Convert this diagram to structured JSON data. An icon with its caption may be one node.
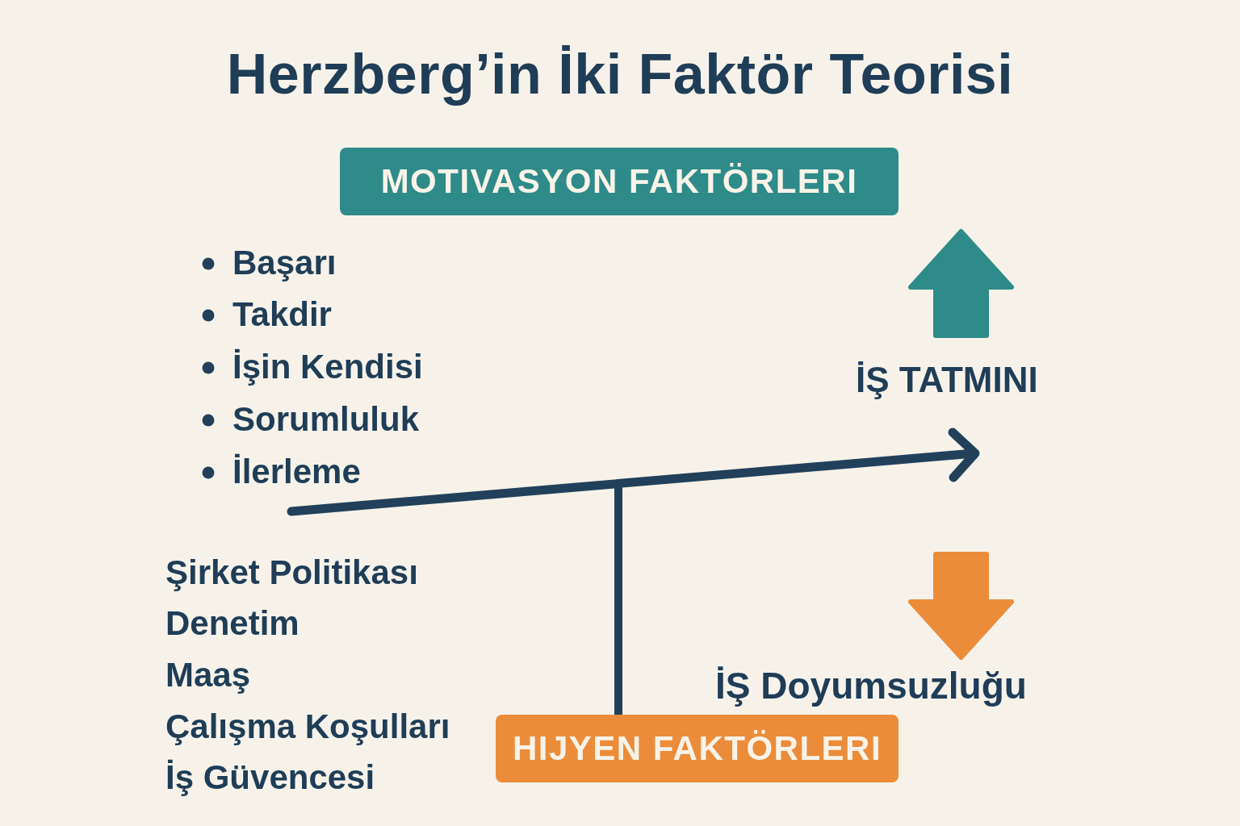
{
  "diagram": {
    "title": "Herzberg’in İki Faktör Teorisi",
    "nodes": [
      {
        "text": [
          "MOTIVASYON FAKTÖRLERI"
        ]
      },
      {
        "text": [
          "HIJYEN FAKTÖRLERI"
        ]
      }
    ],
    "labels": [
      "Başarı",
      "Takdir",
      "İşin Kendisi",
      "Sorumluluk",
      "İlerleme",
      "İŞ TATMINI",
      "Şirket Politikası",
      "Denetim",
      "Maaş",
      "Çalışma Koşulları",
      "İş Güvencesi",
      "İŞ Doyumsuzluğu"
    ]
  }
}
